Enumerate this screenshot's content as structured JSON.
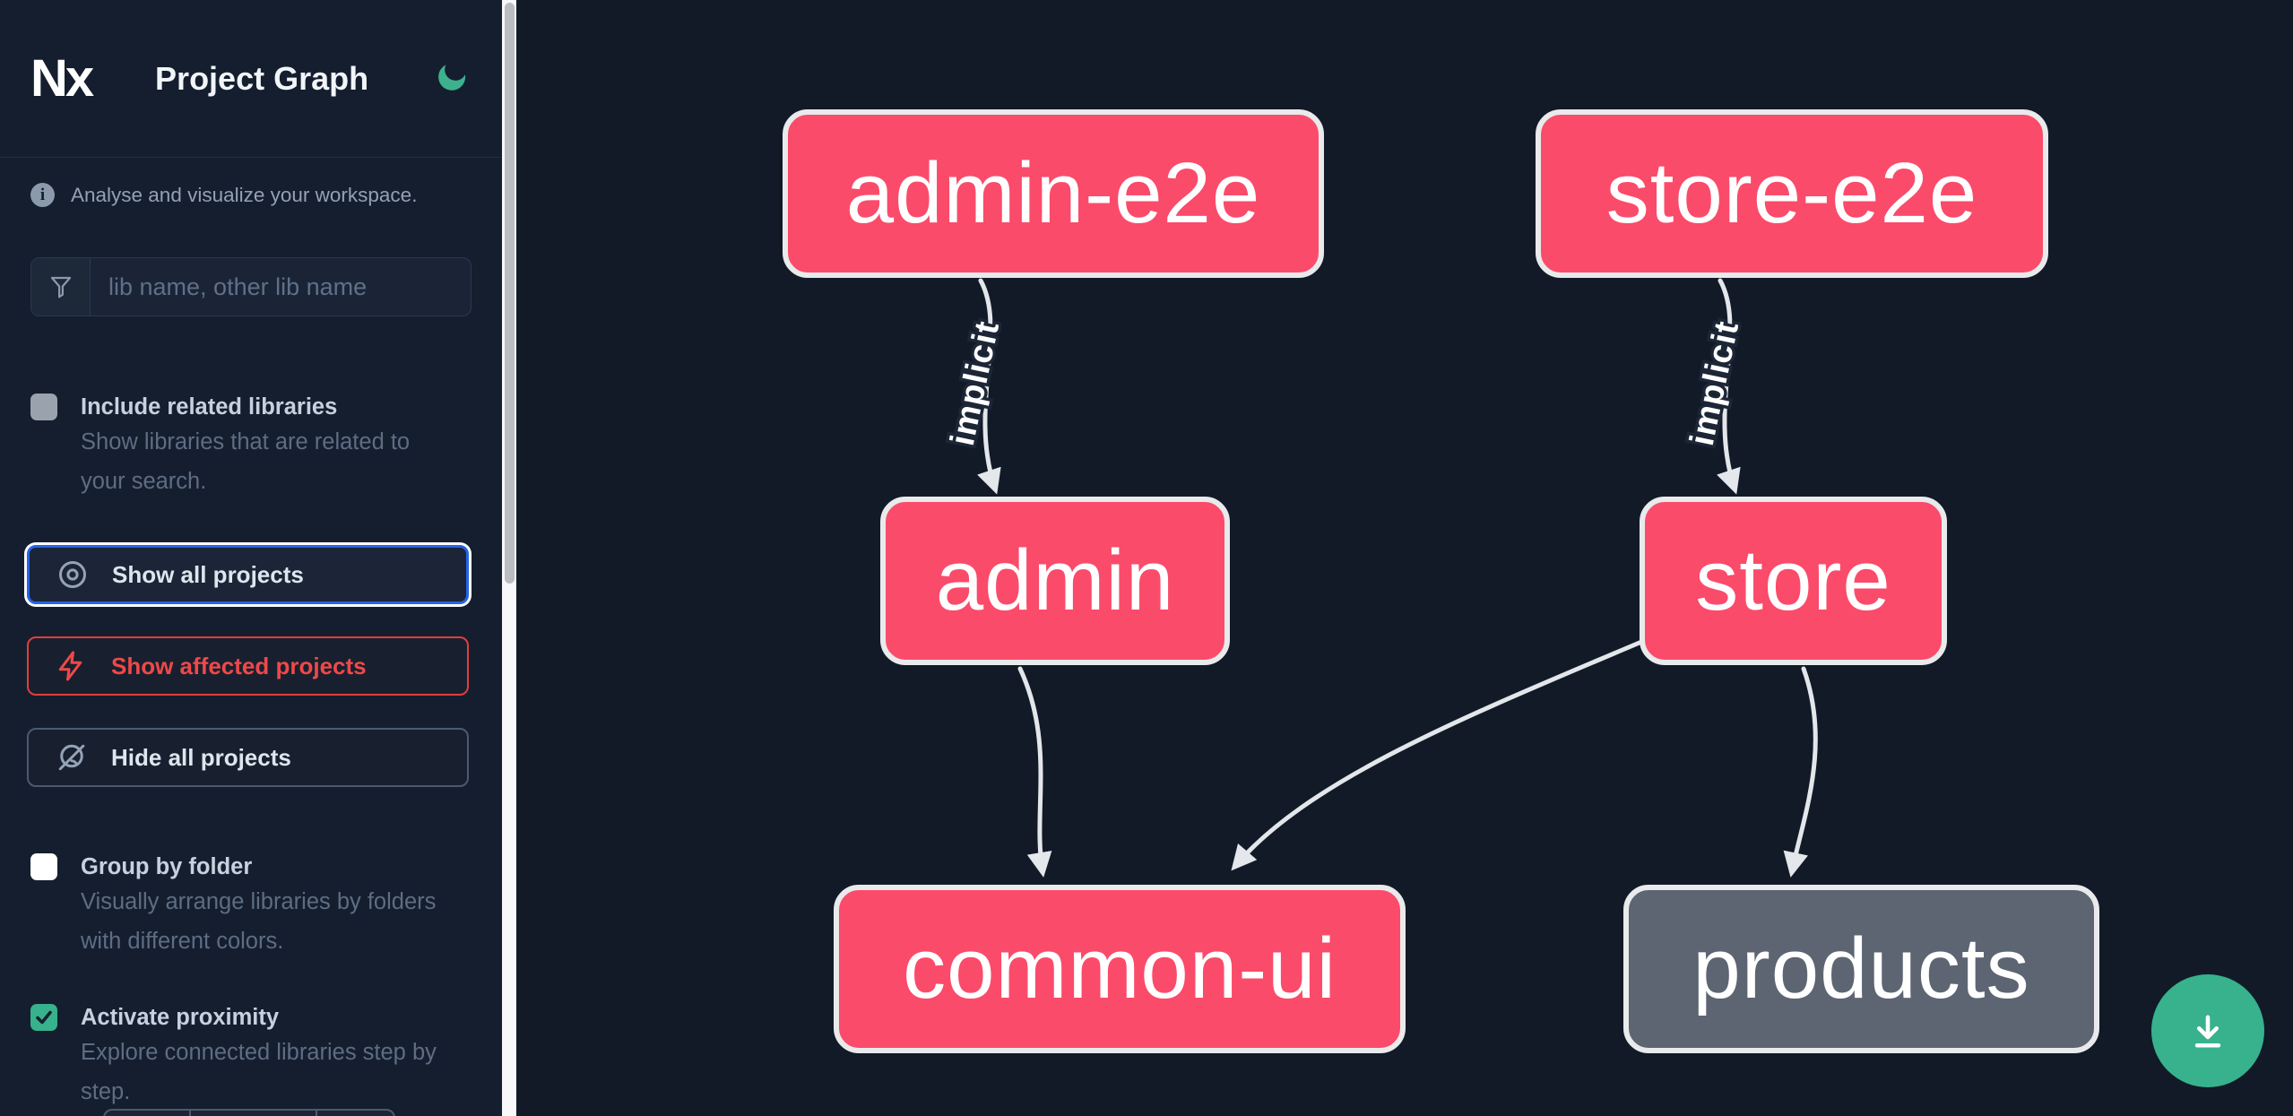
{
  "app": {
    "logo_text": "Nx",
    "title": "Project Graph"
  },
  "colors": {
    "accent_green": "#37b28c",
    "affected_node_pink": "#fb4b6a",
    "unaffected_node_gray": "#5d6572",
    "focus_blue": "#2563eb",
    "danger_red": "#f04848"
  },
  "sidebar": {
    "info_text": "Analyse and visualize your workspace.",
    "search": {
      "placeholder": "lib name, other lib name",
      "value": ""
    },
    "include_related": {
      "label": "Include related libraries",
      "description": "Show libraries that are related to your search.",
      "checked": false
    },
    "actions": [
      {
        "label": "Show all projects",
        "icon": "eye-icon",
        "state": "focused"
      },
      {
        "label": "Show affected projects",
        "icon": "bolt-icon",
        "state": "danger"
      },
      {
        "label": "Hide all projects",
        "icon": "eye-off-icon",
        "state": "default"
      }
    ],
    "group_by_folder": {
      "label": "Group by folder",
      "description": "Visually arrange libraries by folders with different colors.",
      "checked": false
    },
    "activate_proximity": {
      "label": "Activate proximity",
      "description": "Explore connected libraries step by step.",
      "checked": true
    }
  },
  "graph": {
    "nodes": [
      {
        "id": "admin-e2e",
        "label": "admin-e2e",
        "kind": "affected"
      },
      {
        "id": "store-e2e",
        "label": "store-e2e",
        "kind": "affected"
      },
      {
        "id": "admin",
        "label": "admin",
        "kind": "affected"
      },
      {
        "id": "store",
        "label": "store",
        "kind": "affected"
      },
      {
        "id": "common-ui",
        "label": "common-ui",
        "kind": "affected"
      },
      {
        "id": "products",
        "label": "products",
        "kind": "unaffected"
      }
    ],
    "edges": [
      {
        "from": "admin-e2e",
        "to": "admin",
        "label": "implicit"
      },
      {
        "from": "store-e2e",
        "to": "store",
        "label": "implicit"
      },
      {
        "from": "admin",
        "to": "common-ui",
        "label": ""
      },
      {
        "from": "store",
        "to": "common-ui",
        "label": ""
      },
      {
        "from": "store",
        "to": "products",
        "label": ""
      }
    ]
  },
  "fab": {
    "icon": "download-icon"
  }
}
